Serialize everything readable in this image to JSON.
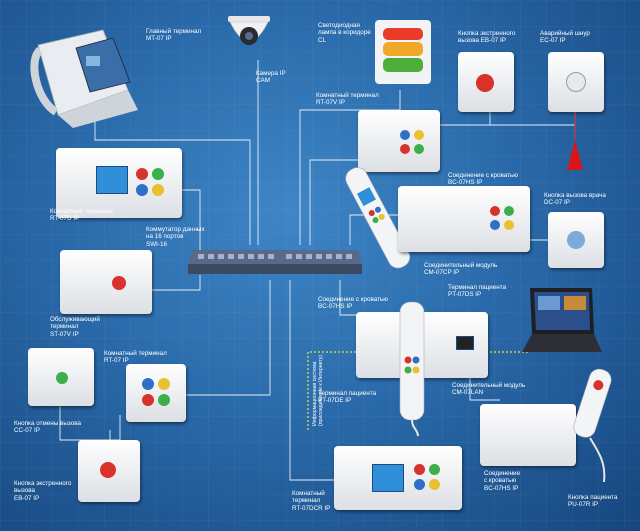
{
  "labels": {
    "main_terminal": [
      "Главный терминал",
      "MT-07 IP"
    ],
    "camera": [
      "Камера IP",
      "CAM"
    ],
    "corridor_lamp": [
      "Светодиодная",
      "лампа в коридоре",
      "CL"
    ],
    "emergency_button": [
      "Кнопка экстренного",
      "вызова EB-07 IP"
    ],
    "emergency_cord": [
      "Аварийный шнур",
      "EC-07 IP"
    ],
    "room_terminal_rt07v": [
      "Комнатный терминал",
      "RT-07V IP"
    ],
    "bed_connection_1": [
      "Соединение с кроватью",
      "BC-07HS IP"
    ],
    "doctor_call_button": [
      "Кнопка вызова врача",
      "DC-07 IP"
    ],
    "room_terminal_rt07d": [
      "Комнатный терминал",
      "RT-07D IP"
    ],
    "network_switch": [
      "Коммутатор данных",
      "на 16 портов",
      "SWI-16"
    ],
    "connection_module_cm07cp": [
      "Соединительный модуль",
      "CM-07CP IP"
    ],
    "patient_terminal_pt07ds": [
      "Терминал пациента",
      "PT-07DS IP"
    ],
    "service_terminal": [
      "Обслуживающий",
      "терминал",
      "ST-07V IP"
    ],
    "bed_connection_2": [
      "Соединение с кроватью",
      "BC-07HS IP"
    ],
    "room_terminal_rt07": [
      "Комнатный терминал",
      "RT-07 IP"
    ],
    "connection_module_cm07lan": [
      "Соединительный модуль",
      "CM-07LAN"
    ],
    "patient_terminal_pt07de": [
      "Терминал пациента",
      "PT-07DE IP"
    ],
    "cancel_button": [
      "Кнопка отмены вызова",
      "CC-07 IP"
    ],
    "emergency_button_2": [
      "Кнопка экстренного",
      "вызова",
      "EB-07 IP"
    ],
    "room_terminal_rt07dcr": [
      "Комнатный",
      "терминал",
      "RT-07DCR IP"
    ],
    "bed_connection_3": [
      "Соединение",
      "с кроватью",
      "BC-07HS IP"
    ],
    "patient_button": [
      "Кнопка пациента",
      "PU-07R IP"
    ]
  },
  "dashed_label": [
    "Информационная система",
    "(присоединение к Интернету)"
  ],
  "colors": {
    "background": "#2a6aaa",
    "line": "#e8eef6",
    "dashed_line": "#e8e82a",
    "red_button": "#d8322c",
    "green_button": "#3cae4a",
    "blue_button": "#2f6fc8",
    "yellow_button": "#e9c130",
    "switch": "#3b4a63"
  },
  "icons": [
    "desk-phone-terminal-icon",
    "dome-camera-icon",
    "led-lamp-icon",
    "emergency-button-icon",
    "pull-cord-icon",
    "network-switch-icon",
    "laptop-icon",
    "handset-icon"
  ]
}
